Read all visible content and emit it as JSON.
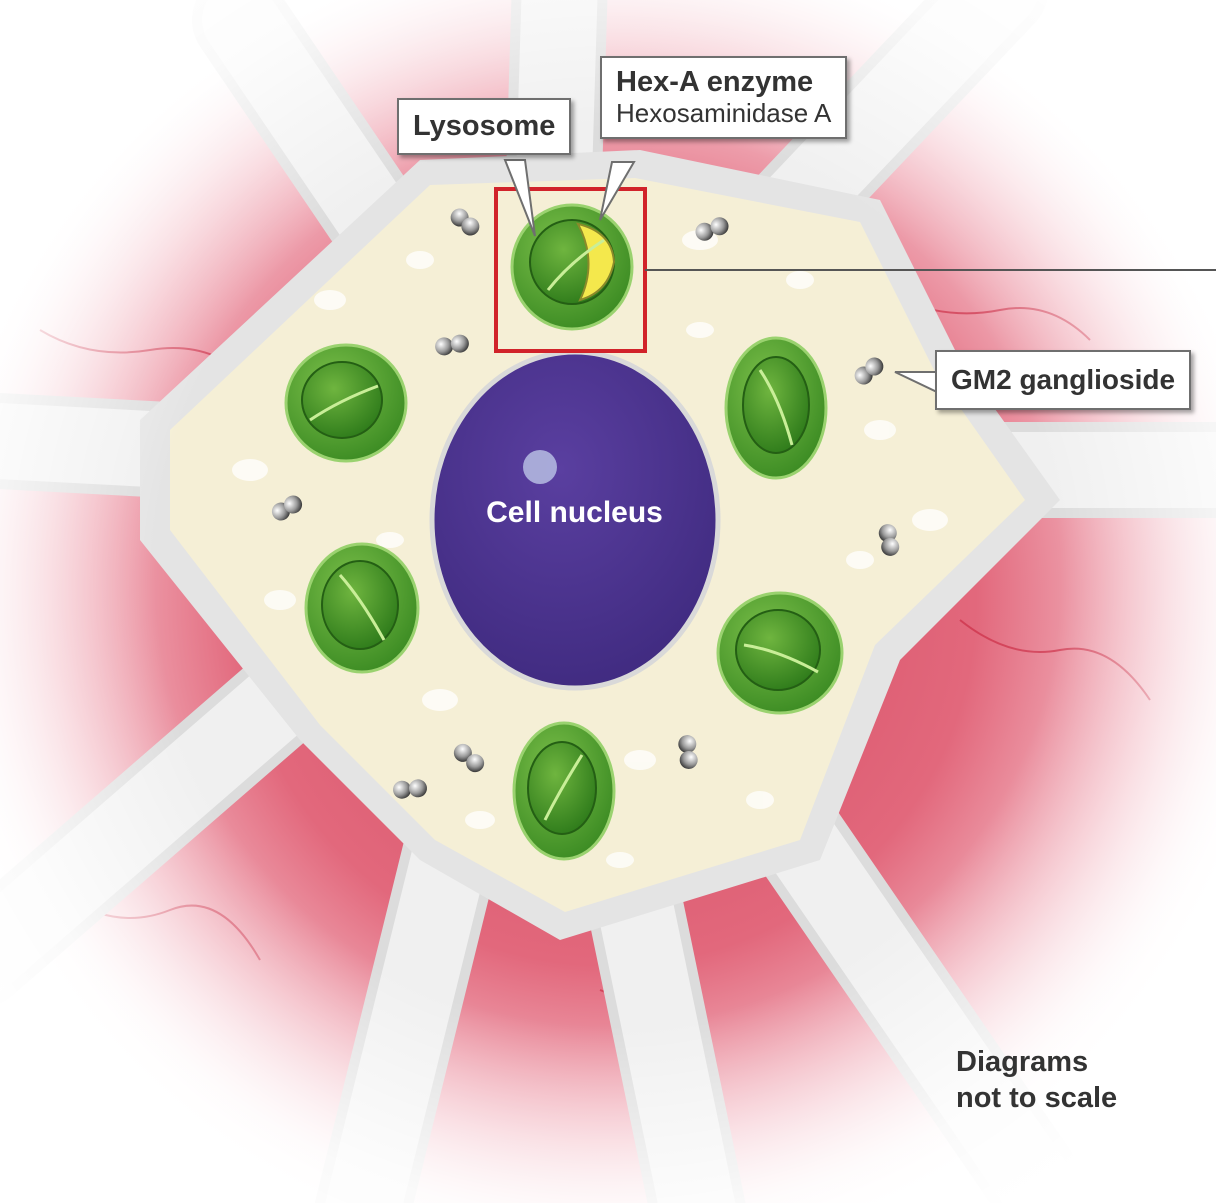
{
  "labels": {
    "lysosome": "Lysosome",
    "hexa_title": "Hex-A enzyme",
    "hexa_subtitle": "Hexosaminidase A",
    "gm2": "GM2 ganglioside",
    "nucleus": "Cell nucleus"
  },
  "footnote": {
    "line1": "Diagrams",
    "line2": "not to scale"
  },
  "colors": {
    "tissue": "#d9556a",
    "cytoplasm": "#f5efd6",
    "membrane": "#e9e9e9",
    "nucleus": "#4e3590",
    "lysosome": "#4c9a2a",
    "enzyme": "#f4e84c",
    "highlight_box": "#d1232a"
  }
}
